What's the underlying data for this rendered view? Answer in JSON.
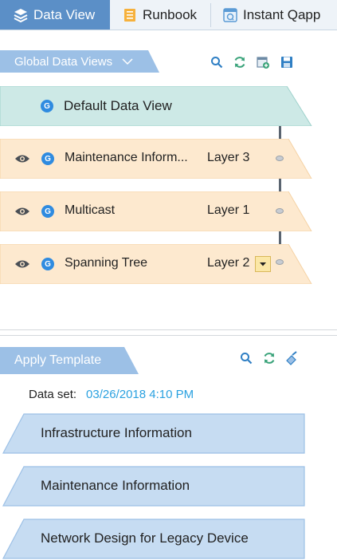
{
  "tabs": [
    {
      "label": "Data View",
      "icon": "layers-icon",
      "active": true
    },
    {
      "label": "Runbook",
      "icon": "runbook-icon",
      "active": false
    },
    {
      "label": "Instant Qapp",
      "icon": "qapp-icon",
      "active": false
    }
  ],
  "global_views": {
    "header": "Global Data Views",
    "default_view": {
      "badge": "G",
      "label": "Default Data View"
    },
    "rows": [
      {
        "badge": "G",
        "label": "Maintenance Inform...",
        "layer": "Layer 3"
      },
      {
        "badge": "G",
        "label": "Multicast",
        "layer": "Layer 1"
      },
      {
        "badge": "G",
        "label": "Spanning Tree",
        "layer": "Layer 2"
      }
    ]
  },
  "apply_template": {
    "header": "Apply Template",
    "dataset_label": "Data set:",
    "dataset_value": "03/26/2018 4:10 PM",
    "templates": [
      "Infrastructure Information",
      "Maintenance Information",
      "Network Design for Legacy Device"
    ]
  },
  "colors": {
    "accent": "#5b8fc7",
    "header_tab": "#9cc0e6",
    "default_view_bg": "#cde9e6",
    "row_bg": "#fde9cf",
    "template_bg": "#c6dcf2",
    "date_text": "#2aa1e0"
  }
}
